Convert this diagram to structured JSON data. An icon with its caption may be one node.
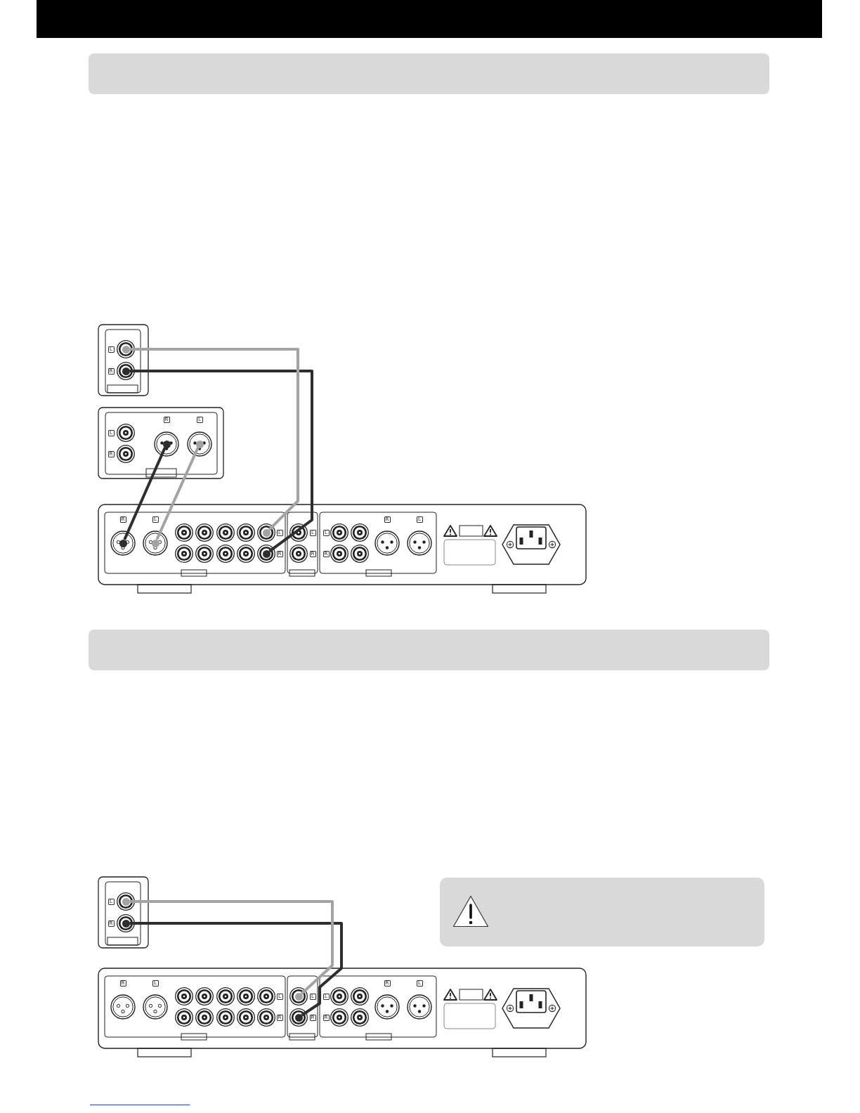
{
  "diagram": {
    "nodes": [
      {
        "text": [],
        "shape": "bar"
      },
      {
        "text": [],
        "shape": "bar"
      },
      {
        "text": [],
        "shape": "circle"
      },
      {
        "text": [],
        "shape": "circle"
      },
      {
        "text": [],
        "shape": "circle"
      },
      {
        "text": [],
        "shape": "circle"
      },
      {
        "text": [],
        "shape": "circle"
      },
      {
        "text": [],
        "shape": "circle"
      },
      {
        "text": [],
        "shape": "circle"
      },
      {
        "text": [],
        "shape": "circle"
      },
      {
        "text": [],
        "shape": "bar"
      },
      {
        "text": [],
        "shape": "box"
      },
      {
        "text": [],
        "shape": "circle"
      },
      {
        "text": [],
        "shape": "circle"
      },
      {
        "text": [],
        "shape": "circle"
      },
      {
        "text": [],
        "shape": "circle"
      }
    ],
    "edges": [
      {
        "from": 2,
        "to": 8,
        "arrow": "none",
        "color": "#a3a3a3"
      },
      {
        "from": 3,
        "to": 9,
        "arrow": "none",
        "color": "#2e2e2e"
      },
      {
        "from": 4,
        "to": 6,
        "arrow": "none",
        "color": "#2e2e2e"
      },
      {
        "from": 5,
        "to": 7,
        "arrow": "none",
        "color": "#a3a3a3"
      },
      {
        "from": 12,
        "to": 14,
        "arrow": "none",
        "color": "#a3a3a3"
      },
      {
        "from": 13,
        "to": 15,
        "arrow": "none",
        "color": "#2e2e2e"
      }
    ],
    "labels": [
      "L",
      "R",
      "R",
      "L",
      "L",
      "R",
      "R",
      "L",
      "R",
      "L",
      "L",
      "L",
      "L",
      "R",
      "R",
      "R",
      "L",
      "R",
      "R",
      "L",
      "R",
      "L",
      "L",
      "L",
      "L",
      "R",
      "R",
      "R"
    ]
  }
}
